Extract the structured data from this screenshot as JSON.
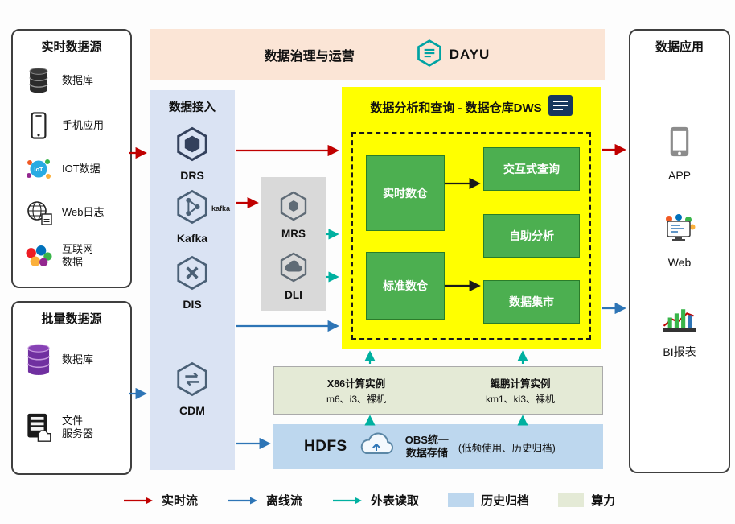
{
  "colors": {
    "realtime": "#c00000",
    "offline": "#2e75b6",
    "external": "#00b0a0",
    "archive": "#bdd7ee",
    "compute": "#e4ead6",
    "governance": "#fbe5d6",
    "ingest": "#dae3f3",
    "services_box": "#d9d9d9",
    "dws": "#ffff00",
    "green": "#4caf50"
  },
  "sources_realtime": {
    "title": "实时数据源",
    "items": [
      {
        "label": "数据库",
        "icon": "database-icon"
      },
      {
        "label": "手机应用",
        "icon": "phone-icon"
      },
      {
        "label": "IOT数据",
        "icon": "iot-icon"
      },
      {
        "label": "Web日志",
        "icon": "web-log-icon"
      },
      {
        "label": "互联网\n数据",
        "icon": "internet-data-icon"
      }
    ]
  },
  "sources_batch": {
    "title": "批量数据源",
    "items": [
      {
        "label": "数据库",
        "icon": "purple-database-icon"
      },
      {
        "label": "文件\n服务器",
        "icon": "file-server-icon"
      }
    ]
  },
  "governance": {
    "title": "数据治理与运营",
    "brand": "DAYU"
  },
  "ingest": {
    "title": "数据接入",
    "services": [
      {
        "name": "DRS"
      },
      {
        "name": "Kafka",
        "badge": "kafka"
      },
      {
        "name": "DIS"
      },
      {
        "name": "CDM"
      }
    ]
  },
  "analytics_services": {
    "items": [
      {
        "name": "MRS"
      },
      {
        "name": "DLI"
      }
    ]
  },
  "dws": {
    "title": "数据分析和查询 - 数据仓库DWS",
    "warehouses": [
      {
        "label": "实时数仓"
      },
      {
        "label": "标准数仓"
      }
    ],
    "functions": [
      {
        "label": "交互式查询"
      },
      {
        "label": "自助分析"
      },
      {
        "label": "数据集市"
      }
    ]
  },
  "compute_pool": {
    "x86_title": "X86计算实例",
    "x86_spec": "m6、i3、裸机",
    "kunpeng_title": "鲲鹏计算实例",
    "kunpeng_spec": "km1、ki3、裸机"
  },
  "storage": {
    "hdfs": "HDFS",
    "obs_title": "OBS统一\n数据存储",
    "note": "(低频使用、历史归档)"
  },
  "apps": {
    "title": "数据应用",
    "items": [
      {
        "label": "APP"
      },
      {
        "label": "Web"
      },
      {
        "label": "BI报表"
      }
    ]
  },
  "legend": [
    {
      "label": "实时流"
    },
    {
      "label": "离线流"
    },
    {
      "label": "外表读取"
    },
    {
      "label": "历史归档"
    },
    {
      "label": "算力"
    }
  ]
}
